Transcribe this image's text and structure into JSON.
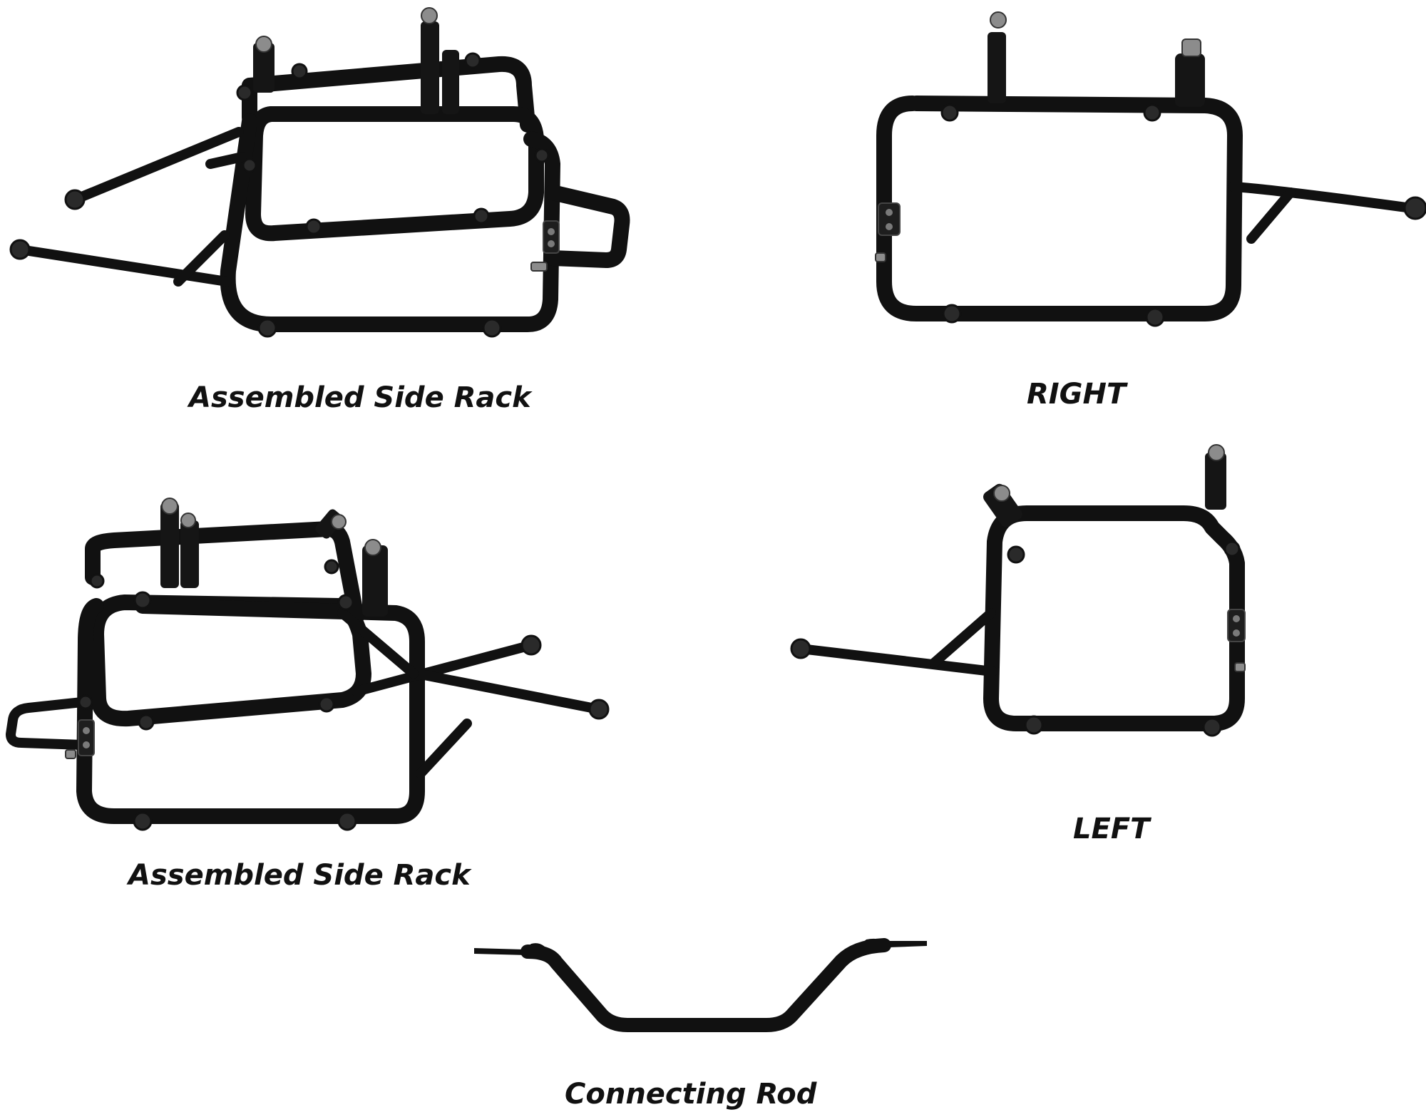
{
  "captions": {
    "assembled_top": "Assembled Side Rack",
    "right": "RIGHT",
    "assembled_bottom": "Assembled Side Rack",
    "left": "LEFT",
    "connecting_rod": "Connecting Rod"
  },
  "colors": {
    "background": "#ffffff",
    "rack": "#111111",
    "text": "#111111"
  }
}
